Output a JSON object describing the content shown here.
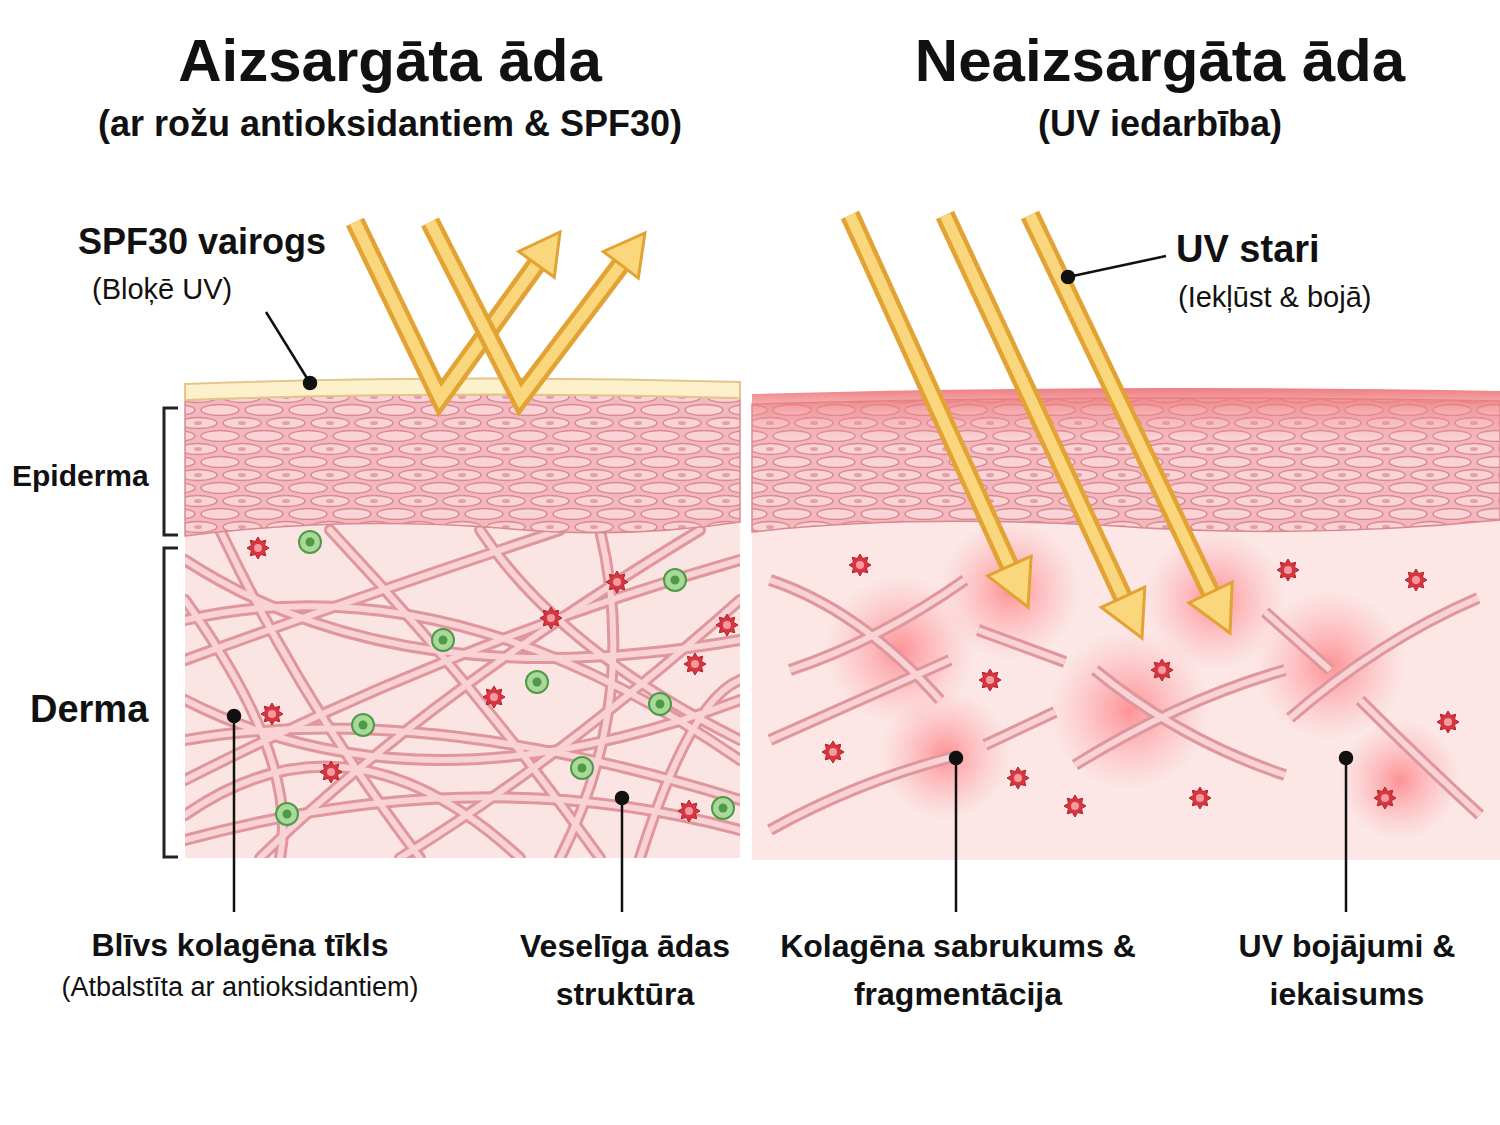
{
  "diagram": {
    "nodes": [
      {
        "text": [
          "Aizsargāta āda",
          "(ar rožu antioksidantiem & SPF30)"
        ]
      },
      {
        "text": [
          "Neaizsargāta āda",
          "(UV iedarbība)"
        ]
      }
    ],
    "labels": [
      "SPF30 vairogs",
      "(Bloķē UV)",
      "UV stari",
      "(Iekļūst & bojā)",
      "Epiderma",
      "Derma",
      "Blīvs kolagēna tīkls",
      "(Atbalstīta ar antioksidantiem)",
      "Veselīga ādas struktūra",
      "Kolagēna sabrukums & fragmentācija",
      "UV bojājumi & iekaisums"
    ]
  }
}
